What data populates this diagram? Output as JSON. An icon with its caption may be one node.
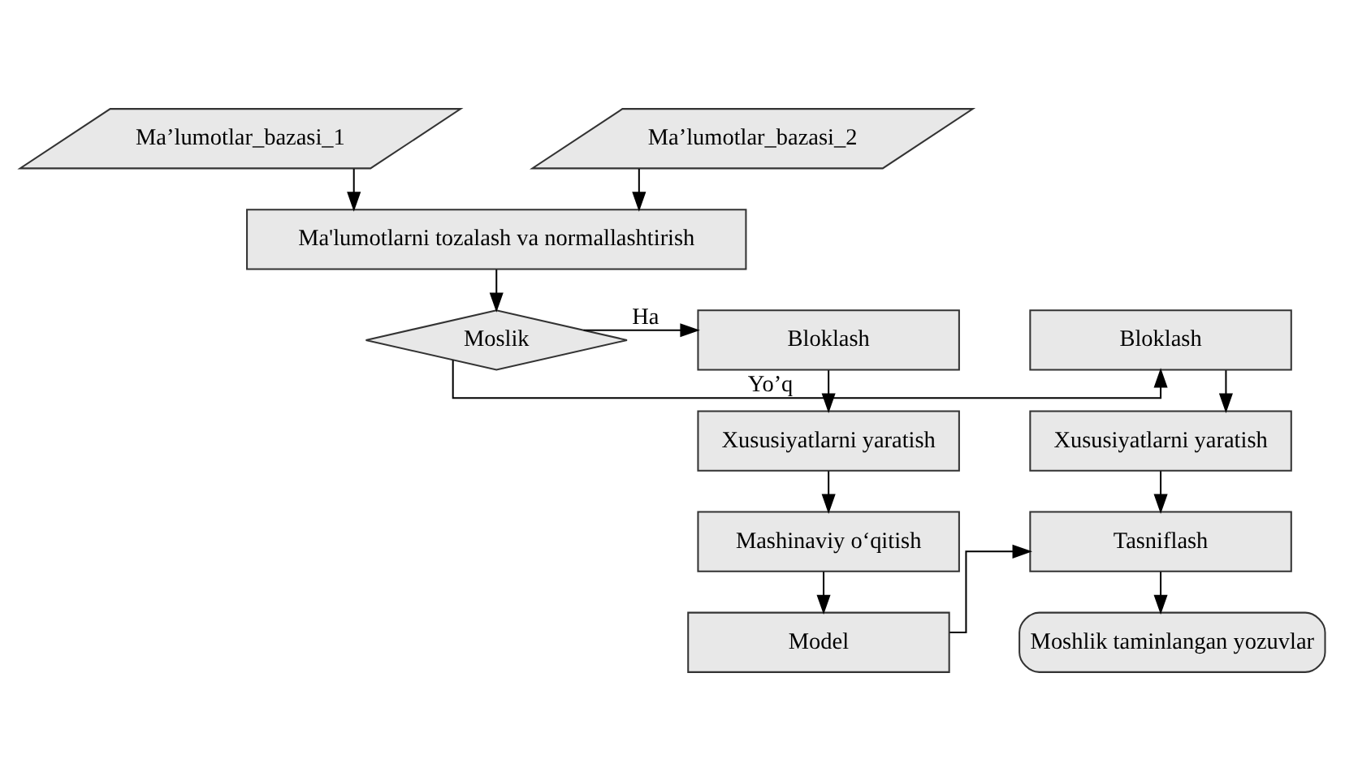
{
  "diagram": {
    "nodes": [
      {
        "text": [
          "Ma’lumotlar_bazasi_1"
        ]
      },
      {
        "text": [
          "Ma’lumotlar_bazasi_2"
        ]
      },
      {
        "text": [
          "Ma'lumotlarni tozalash va normallashtirish"
        ]
      },
      {
        "text": [
          "Moslik"
        ]
      },
      {
        "text": [
          "Bloklash"
        ]
      },
      {
        "text": [
          "Bloklash"
        ]
      },
      {
        "text": [
          "Xususiyatlarni yaratish"
        ]
      },
      {
        "text": [
          "Xususiyatlarni yaratish"
        ]
      },
      {
        "text": [
          "Mashinaviy o‘qitish"
        ]
      },
      {
        "text": [
          "Tasniflash"
        ]
      },
      {
        "text": [
          "Model"
        ]
      },
      {
        "text": [
          "Moshlik taminlangan yozuvlar"
        ]
      }
    ],
    "edges": [
      {
        "from": 0,
        "to": 2,
        "arrow": "to"
      },
      {
        "from": 1,
        "to": 2,
        "arrow": "to"
      },
      {
        "from": 2,
        "to": 3,
        "arrow": "to"
      },
      {
        "from": 3,
        "to": 4,
        "arrow": "to",
        "label": "Ha"
      },
      {
        "from": 3,
        "to": 5,
        "arrow": "to",
        "label": "Yo’q"
      },
      {
        "from": 4,
        "to": 6,
        "arrow": "to"
      },
      {
        "from": 6,
        "to": 8,
        "arrow": "to"
      },
      {
        "from": 8,
        "to": 10,
        "arrow": "to"
      },
      {
        "from": 5,
        "to": 7,
        "arrow": "to"
      },
      {
        "from": 7,
        "to": 9,
        "arrow": "to"
      },
      {
        "from": 10,
        "to": 9,
        "arrow": "to"
      },
      {
        "from": 9,
        "to": 11,
        "arrow": "to"
      }
    ]
  }
}
